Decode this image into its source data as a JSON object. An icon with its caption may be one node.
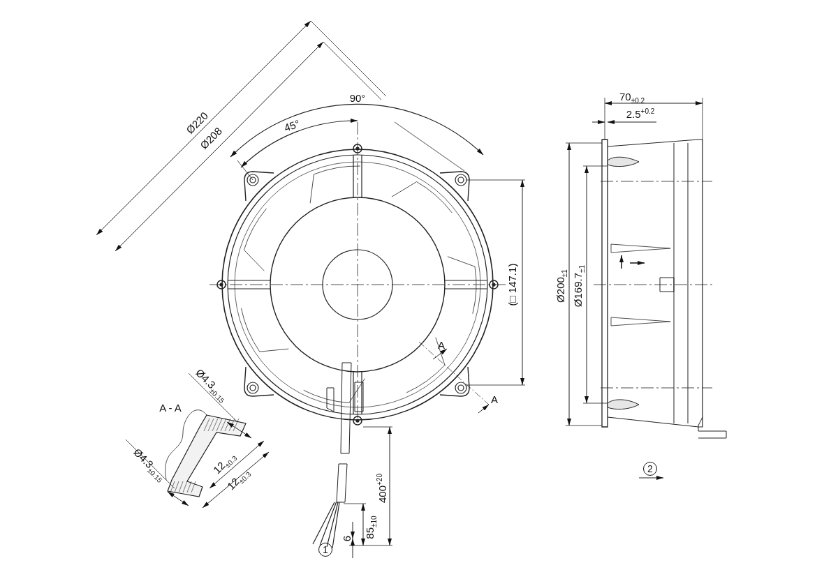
{
  "diagram": {
    "labels": [
      "Ø220",
      "Ø208",
      "90°",
      "45°",
      "(□ 147.1)",
      "A",
      "A",
      "A - A",
      "Ø4.3$_{±0.15}$",
      "12$_{±0.3}$",
      "Ø4.3$_{±0.15}$",
      "12$_{±0.3}$",
      "400$^{+20}$",
      "85$_{±10}$",
      "6",
      "1",
      "70$_{±0.2}$",
      "2.5$^{+0.2}$",
      "Ø200$_{±1}$",
      "Ø169.7$_{±1}$",
      "2"
    ]
  }
}
